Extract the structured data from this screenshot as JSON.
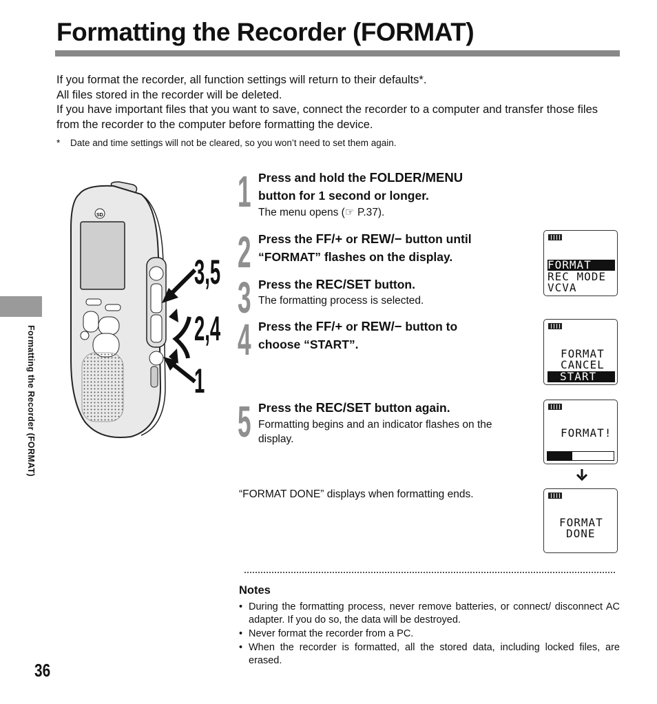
{
  "header": {
    "title": "Formatting the Recorder (FORMAT)"
  },
  "intro": {
    "lines": [
      "If you format the recorder, all function settings will return to their defaults*.",
      "All files stored in the recorder will be deleted.",
      "If you have important files that you want to save, connect the recorder to a computer and transfer those files from the recorder to the computer before formatting the device."
    ],
    "footnote_mark": "*",
    "footnote": "Date and time settings will not be cleared, so you won’t need to set them again."
  },
  "sidebar": {
    "label": "Formatting the Recorder (FORMAT)"
  },
  "page_number": "36",
  "diagram_labels": {
    "a": "3,5",
    "b": "2,4",
    "c": "1"
  },
  "steps": [
    {
      "num": "1",
      "t1": "Press and hold the ",
      "k1": "FOLDER/MENU",
      "t2": "button for 1 second or longer.",
      "sub": "The menu opens (☞ P.37)."
    },
    {
      "num": "2",
      "t1": "Press the ",
      "k1": "FF/+",
      "t2": " or ",
      "k2": "REW/−",
      "t3": " button until",
      "t4": "“FORMAT” flashes on the display."
    },
    {
      "num": "3",
      "t1": "Press the ",
      "k1": "REC/SET",
      "t2": " button.",
      "sub": "The formatting process is selected."
    },
    {
      "num": "4",
      "t1": "Press the ",
      "k1": "FF/+",
      "t2": " or ",
      "k2": "REW/−",
      "t3": " button to",
      "t4": "choose “START”."
    },
    {
      "num": "5",
      "t1": "Press the ",
      "k1": "REC/SET",
      "t2": " button again.",
      "sub": "Formatting begins and an indicator flashes on the display."
    }
  ],
  "done_text": "“FORMAT DONE” displays when formatting ends.",
  "lcd": {
    "screen1": [
      "FORMAT",
      "REC MODE",
      "VCVA"
    ],
    "screen2": [
      "FORMAT",
      "CANCEL",
      "START"
    ],
    "screen3": [
      "FORMAT!"
    ],
    "screen4": [
      "FORMAT",
      "DONE"
    ],
    "progress": 0.38
  },
  "notes": {
    "title": "Notes",
    "items": [
      "During the formatting  process, never remove batteries, or connect/ disconnect AC adapter. If you do so, the data will be destroyed.",
      "Never format the recorder from a PC.",
      "When the recorder is formatted, all the stored data, including locked files, are erased."
    ]
  }
}
